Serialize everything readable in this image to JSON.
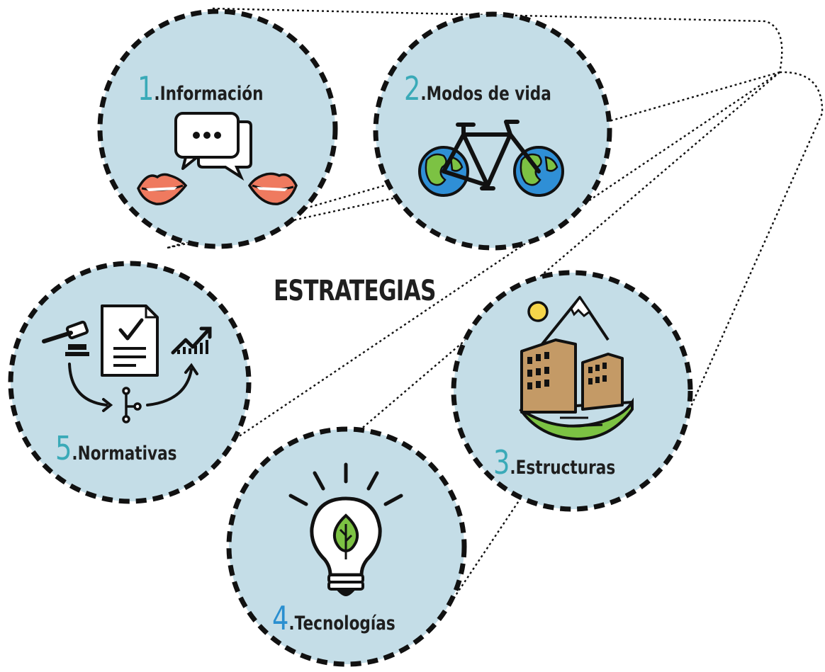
{
  "title": "ESTRATEGIAS",
  "colors": {
    "circle_fill": "#c4dde7",
    "border": "#111111",
    "num_teal": "#3aaab8",
    "num_blue": "#2a8fd0",
    "lips": "#ef7a5f",
    "earth_ocean": "#2f8fd6",
    "earth_land": "#7cc243",
    "building": "#c49a66",
    "grass": "#7cc243",
    "sun": "#f6d64a"
  },
  "strategies": [
    {
      "number": "1",
      "dot": ".",
      "label": "Información",
      "icon": "speech-bubbles-lips-icon"
    },
    {
      "number": "2",
      "dot": ".",
      "label": "Modos de vida",
      "icon": "bicycle-earth-wheels-icon"
    },
    {
      "number": "3",
      "dot": ".",
      "label": "Estructuras",
      "icon": "buildings-mountain-icon"
    },
    {
      "number": "4",
      "dot": ".",
      "label": "Tecnologías",
      "icon": "lightbulb-leaf-icon"
    },
    {
      "number": "5",
      "dot": ".",
      "label": "Normativas",
      "icon": "gavel-document-chart-icon"
    }
  ]
}
